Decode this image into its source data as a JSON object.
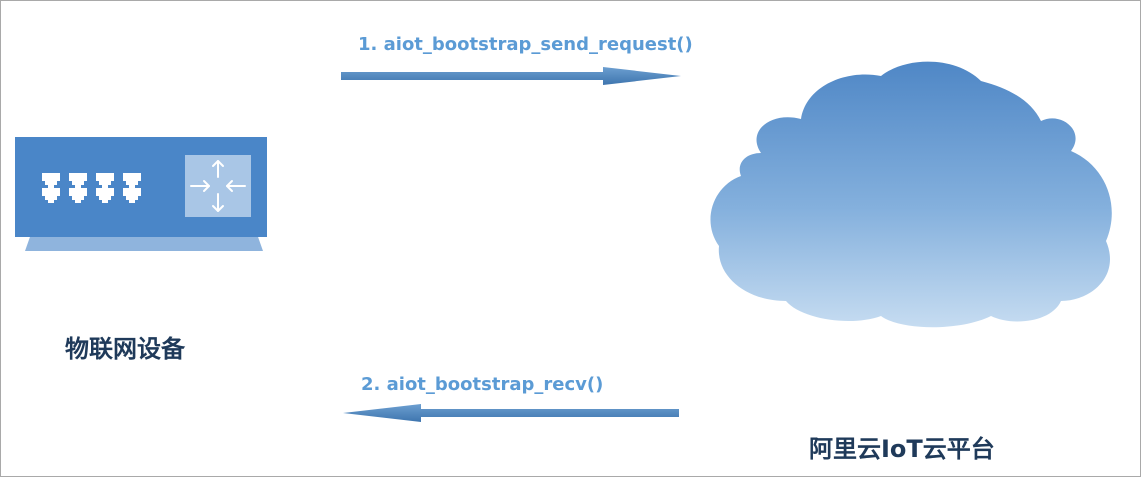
{
  "diagram": {
    "step1": {
      "label": "1. aiot_bootstrap_send_request()"
    },
    "step2": {
      "label": "2. aiot_bootstrap_recv()"
    },
    "device": {
      "label": "物联网设备",
      "icon": "network-switch-icon"
    },
    "cloud": {
      "label": "阿里云IoT云平台",
      "icon": "cloud-icon"
    }
  },
  "colors": {
    "label_blue": "#5b9bd5",
    "arrow_blue": "#4f86bd",
    "device_blue": "#4a86c8",
    "node_text": "#1f3a5a",
    "border": "#a9a9a9"
  }
}
